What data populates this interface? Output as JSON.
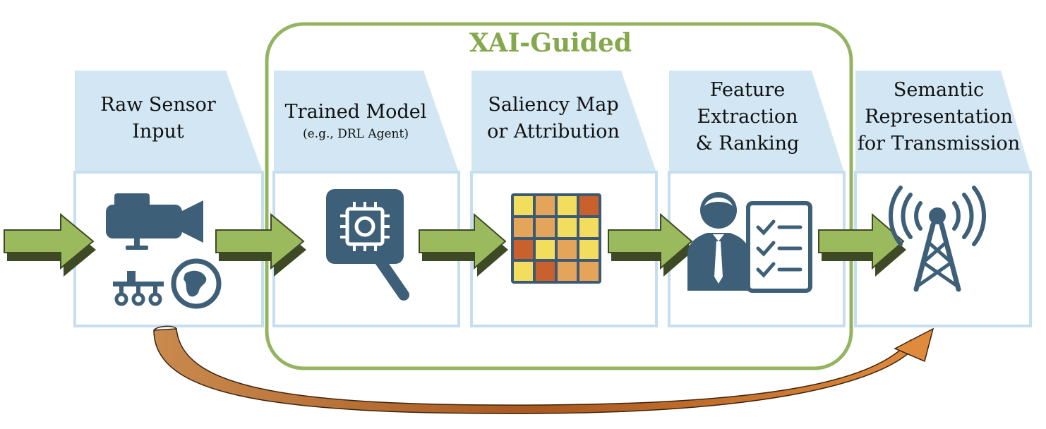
{
  "group": {
    "label": "XAI-Guided"
  },
  "stages": [
    {
      "title_lines": [
        "Raw Sensor",
        "Input"
      ],
      "icon": "sensor-devices-icon"
    },
    {
      "title_lines": [
        "Trained Model"
      ],
      "subtitle": "(e.g., DRL Agent)",
      "icon": "chip-magnifier-icon"
    },
    {
      "title_lines": [
        "Saliency Map",
        "or Attribution"
      ],
      "icon": "saliency-grid-icon"
    },
    {
      "title_lines": [
        "Feature",
        "Extraction",
        "& Ranking"
      ],
      "icon": "person-checklist-icon"
    },
    {
      "title_lines": [
        "Semantic",
        "Representation",
        "for Transmission"
      ],
      "icon": "antenna-tower-icon"
    }
  ],
  "saliency_grid": [
    [
      "yellow",
      "orange",
      "yellow",
      "red"
    ],
    [
      "orange",
      "orange",
      "yellow",
      "yellow"
    ],
    [
      "red",
      "yellow",
      "orange",
      "yellow"
    ],
    [
      "yellow",
      "red",
      "orange",
      "orange"
    ]
  ],
  "colors": {
    "card_fill": "#d2e7f3",
    "card_body": "#ffffff",
    "card_border": "#c6def0",
    "group_outline": "#94b462",
    "group_label": "#86a84c",
    "arrow_fill": "#9bba5e",
    "arrow_shadow": "#3e4a26",
    "icon": "#3d5f78",
    "bypass_arrow": "#c8763a",
    "grid_yellow": "#f3dd5f",
    "grid_orange": "#e4a55a",
    "grid_red": "#c9612f",
    "grid_border": "#3c5a74"
  }
}
